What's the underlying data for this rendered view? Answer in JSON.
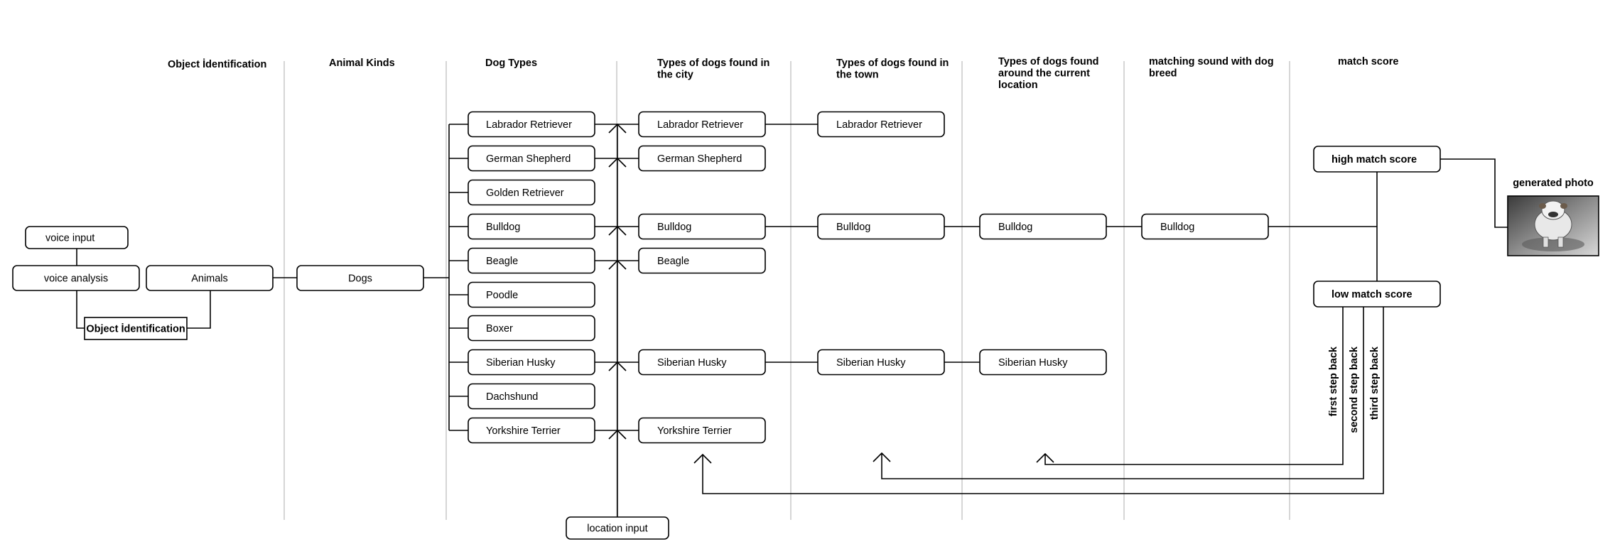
{
  "columns": [
    {
      "key": "object_identification",
      "title": [
        "Object İdentification"
      ]
    },
    {
      "key": "animal_kinds",
      "title": [
        "Animal Kinds"
      ]
    },
    {
      "key": "dog_types",
      "title": [
        "Dog Types"
      ]
    },
    {
      "key": "city",
      "title": [
        "Types of dogs found in",
        "the city"
      ]
    },
    {
      "key": "town",
      "title": [
        "Types of dogs found in",
        "the town"
      ]
    },
    {
      "key": "location",
      "title": [
        "Types of dogs found",
        "around the current",
        "location"
      ]
    },
    {
      "key": "sound",
      "title": [
        "matching sound with dog",
        "breed"
      ]
    },
    {
      "key": "score",
      "title": [
        "match score"
      ]
    }
  ],
  "left_nodes": {
    "voice_input": "voice input",
    "voice_analysis": "voice analysis",
    "animals": "Animals",
    "object_identification": "Object İdentification",
    "dogs": "Dogs"
  },
  "dog_types": [
    "Labrador Retriever",
    "German Shepherd",
    "Golden Retriever",
    "Bulldog",
    "Beagle",
    "Poodle",
    "Boxer",
    "Siberian Husky",
    "Dachshund",
    "Yorkshire Terrier"
  ],
  "city_dogs": [
    "Labrador Retriever",
    "German Shepherd",
    "Bulldog",
    "Beagle",
    "Siberian Husky",
    "Yorkshire Terrier"
  ],
  "town_dogs": [
    "Labrador Retriever",
    "Bulldog",
    "Siberian Husky"
  ],
  "location_dogs": [
    "Bulldog",
    "Siberian Husky"
  ],
  "sound_dogs": [
    "Bulldog"
  ],
  "location_input": "location input",
  "score": {
    "high": "high match score",
    "low": "low match score",
    "generated_photo": "generated photo"
  },
  "step_back": [
    "first step back",
    "second step back",
    "third step back"
  ]
}
